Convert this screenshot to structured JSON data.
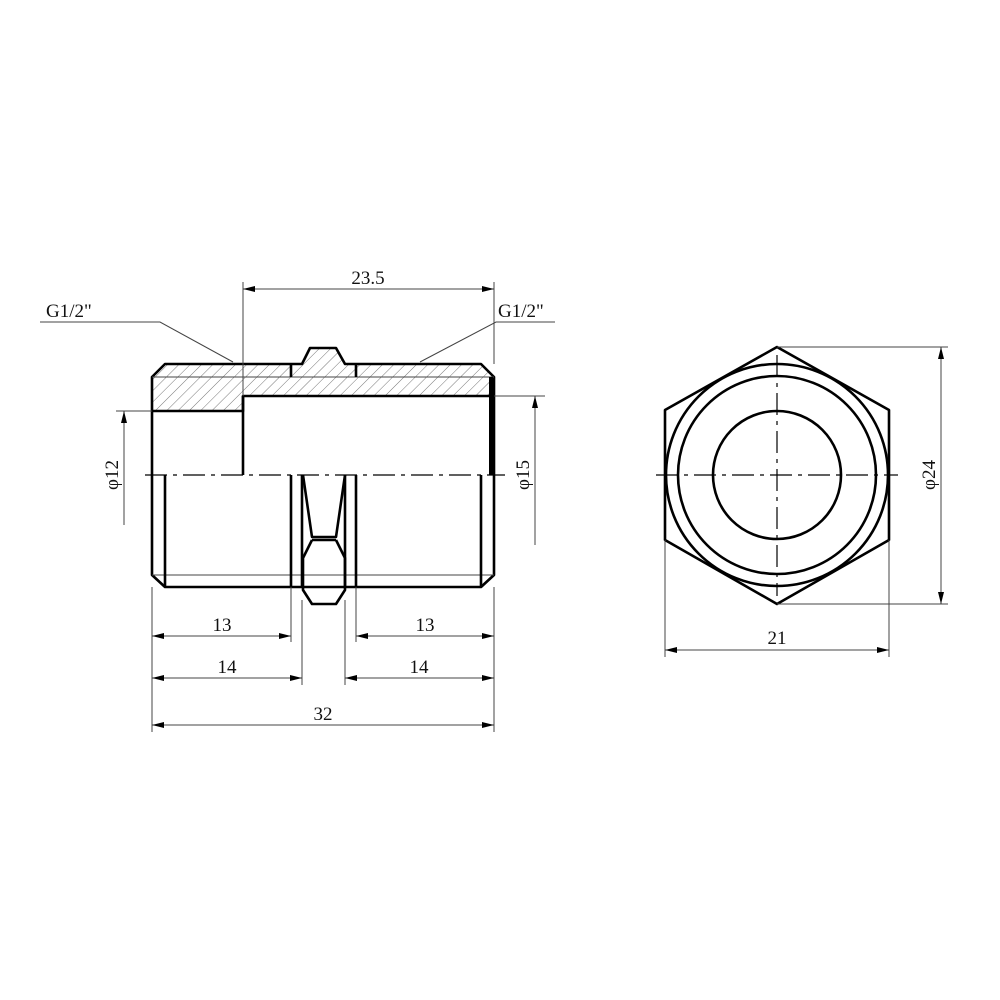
{
  "side_view": {
    "thread_left": "G1/2\"",
    "thread_right": "G1/2\"",
    "dim_bore_length": "23.5",
    "dim_inner_diameter_left": "φ12",
    "dim_inner_diameter_right": "φ15",
    "dim_thread_left": "13",
    "dim_thread_right": "13",
    "dim_body_left": "14",
    "dim_body_right": "14",
    "dim_total_length": "32"
  },
  "end_view": {
    "dim_across_corners": "φ24",
    "dim_across_flats": "21"
  },
  "colors": {
    "line": "#000000",
    "background": "#ffffff"
  }
}
